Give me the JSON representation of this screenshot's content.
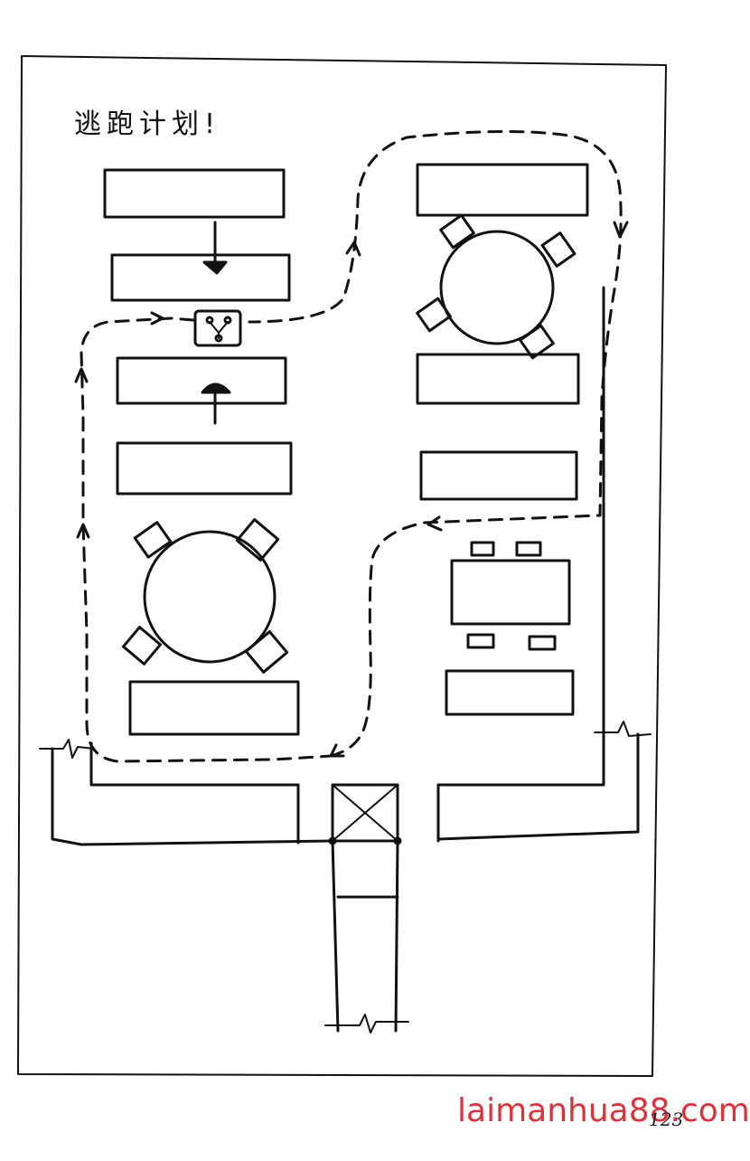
{
  "title": "逃跑计划!",
  "page_number": "123",
  "watermark": "laimanhua88.com",
  "ink_color": "#111111",
  "watermark_color": "#e0303a",
  "icons": [
    "arrow-down-icon",
    "arrow-up-icon",
    "fork-icon",
    "escape-route-arrow-icon"
  ]
}
